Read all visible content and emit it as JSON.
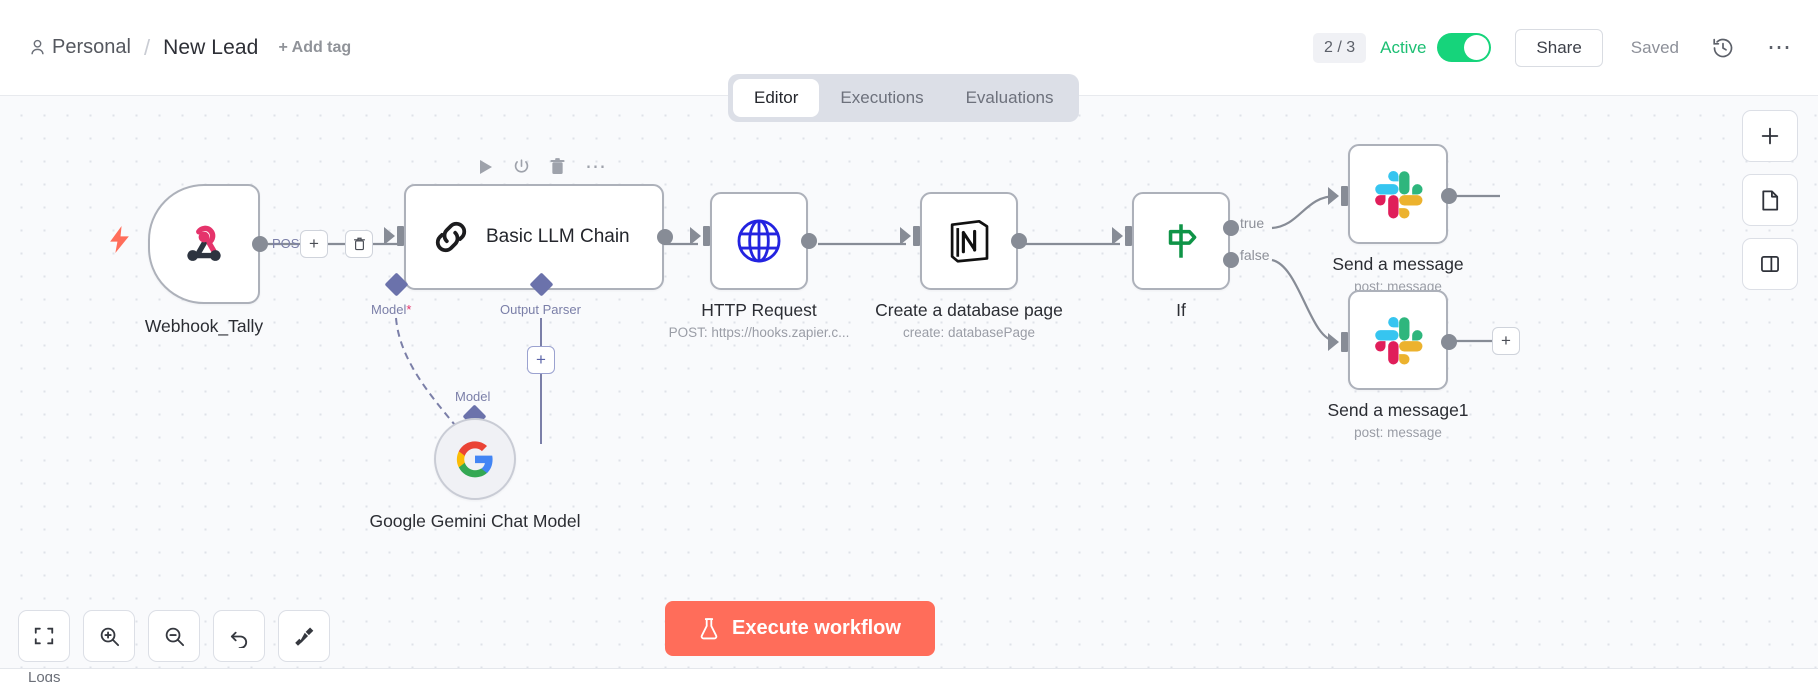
{
  "header": {
    "project": "Personal",
    "separator": "/",
    "workflow_name": "New Lead",
    "add_tag": "+ Add tag",
    "count_badge": "2 / 3",
    "active_label": "Active",
    "active_on": true,
    "share_label": "Share",
    "save_state": "Saved",
    "history_icon": "history-icon",
    "more_icon": "more-options-icon",
    "person_icon": "person-icon",
    "accent_green": "#16d47b"
  },
  "tabs": [
    {
      "label": "Editor",
      "active": true
    },
    {
      "label": "Executions",
      "active": false
    },
    {
      "label": "Evaluations",
      "active": false
    }
  ],
  "canvas": {
    "nodes": [
      {
        "id": "webhook",
        "label": "Webhook_Tally",
        "subtitle": ""
      },
      {
        "id": "llmchain",
        "label": "Basic LLM Chain",
        "subtitle": ""
      },
      {
        "id": "http",
        "label": "HTTP Request",
        "subtitle": "POST: https://hooks.zapier.c..."
      },
      {
        "id": "notion",
        "label": "Create a database page",
        "subtitle": "create: databasePage"
      },
      {
        "id": "if",
        "label": "If",
        "subtitle": ""
      },
      {
        "id": "slack1",
        "label": "Send a message",
        "subtitle": "post: message"
      },
      {
        "id": "slack2",
        "label": "Send a message1",
        "subtitle": "post: message"
      },
      {
        "id": "gemini",
        "label": "Google Gemini Chat Model",
        "subtitle": ""
      }
    ],
    "ports": {
      "model_required": "Model",
      "model_required_marker": "*",
      "output_parser": "Output Parser",
      "model_connection": "Model",
      "if_true": "true",
      "if_false": "false",
      "webhook_method": "POST"
    },
    "inline_buttons": {
      "add": "+",
      "delete": "delete-icon",
      "add_output_parser": "+",
      "add_after_slack2": "+"
    },
    "hover_tools": [
      "execute-step-icon",
      "power-toggle-icon",
      "delete-icon",
      "more-icon"
    ],
    "toolbar": [
      {
        "name": "fit-view-button",
        "icon": "fit-view-icon"
      },
      {
        "name": "zoom-in-button",
        "icon": "zoom-in-icon"
      },
      {
        "name": "zoom-out-button",
        "icon": "zoom-out-icon"
      },
      {
        "name": "reset-zoom-button",
        "icon": "undo-arrow-icon"
      },
      {
        "name": "tidy-up-button",
        "icon": "broom-icon"
      }
    ],
    "side_panel": [
      {
        "name": "add-node-button",
        "icon": "plus-icon"
      },
      {
        "name": "add-sticky-button",
        "icon": "page-icon"
      },
      {
        "name": "open-panel-button",
        "icon": "split-panel-icon"
      }
    ],
    "execute_button": {
      "label": "Execute workflow",
      "icon": "flask-icon",
      "color": "#ff6d5a"
    },
    "logs_label": "Logs"
  }
}
